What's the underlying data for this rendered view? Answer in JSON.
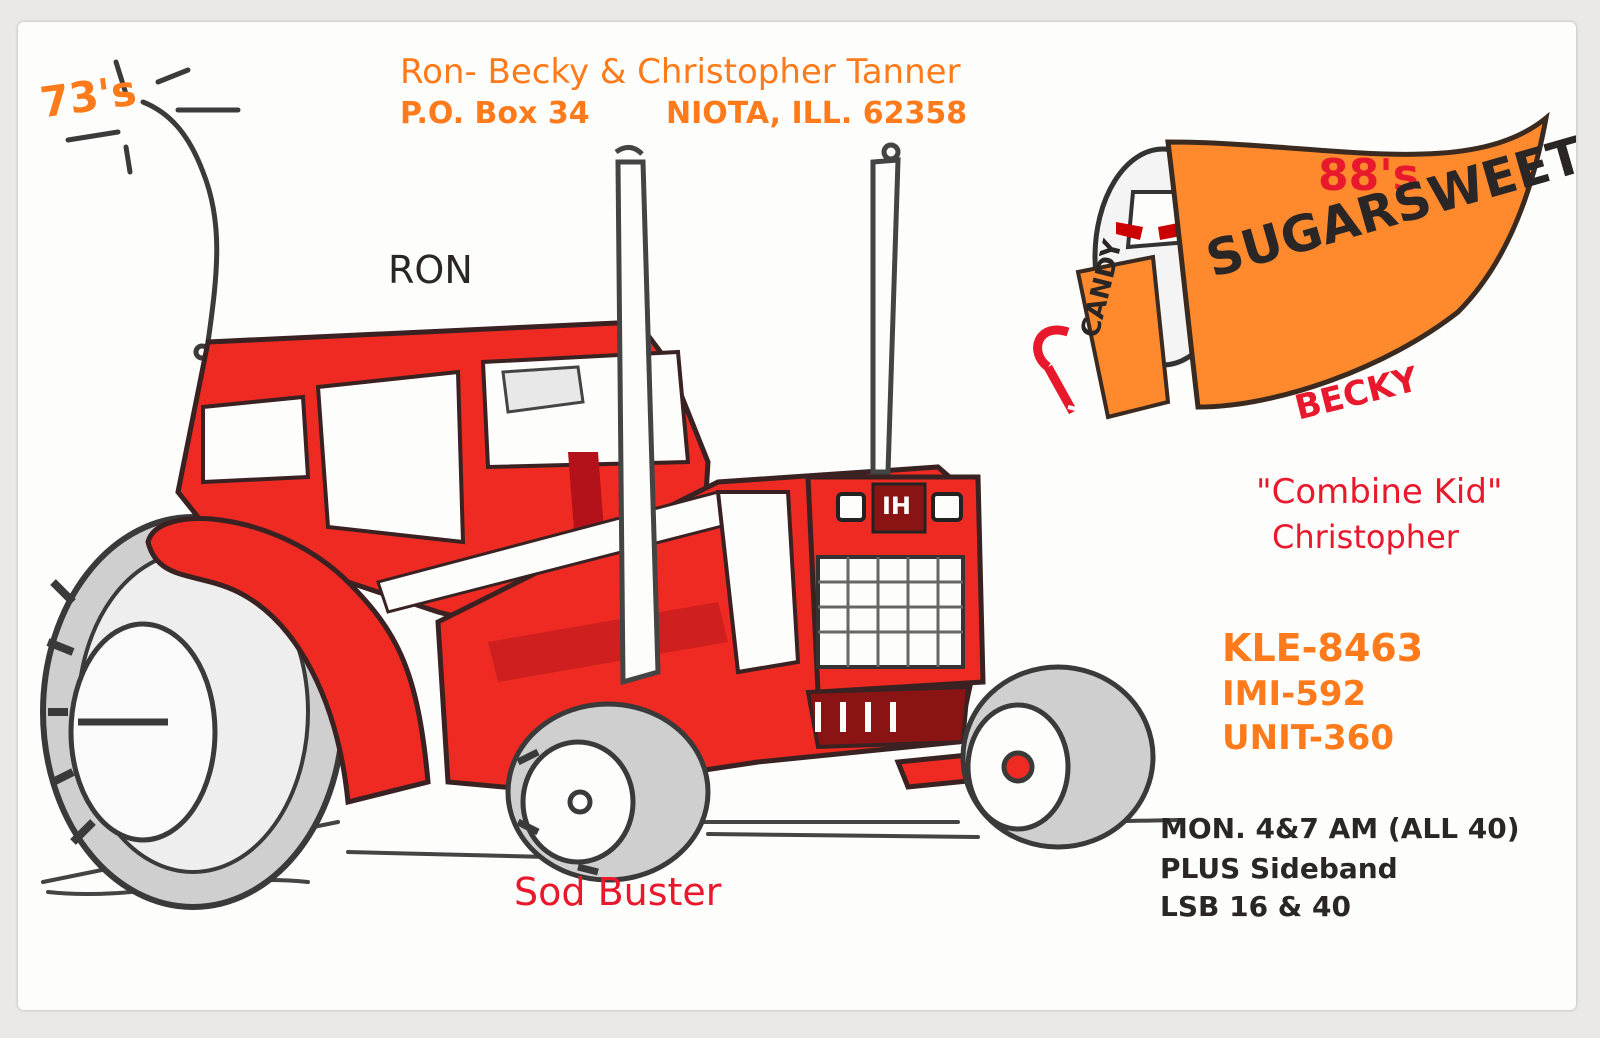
{
  "card": {
    "greeting_73": "73's",
    "names_line": "Ron- Becky & Christopher Tanner",
    "address_line_1": "P.O. Box 34",
    "address_line_2": "NIOTA, ILL. 62358",
    "ron_label": "RON",
    "greeting_88": "88's",
    "sugar_sweet": "SUGARSWEET",
    "candy_label": "CANDY",
    "becky_label": "BECKY",
    "combine_kid": "\"Combine Kid\"",
    "christopher_label": "Christopher",
    "callsign_1": "KLE-8463",
    "callsign_2": "IMI-592",
    "callsign_3": "UNIT-360",
    "schedule_line_1": "MON. 4&7 AM (ALL 40)",
    "schedule_line_2": "PLUS Sideband",
    "schedule_line_3": "LSB 16 & 40",
    "sod_buster": "Sod Buster",
    "grille_badge": "IH"
  },
  "colors": {
    "card_background": "#fdfdfb",
    "tractor_red": "#ee2a22",
    "dark_red": "#8a1414",
    "ink_orange": "#ff7a1a",
    "ink_red": "#e8192c",
    "ink_gray": "#555555"
  }
}
